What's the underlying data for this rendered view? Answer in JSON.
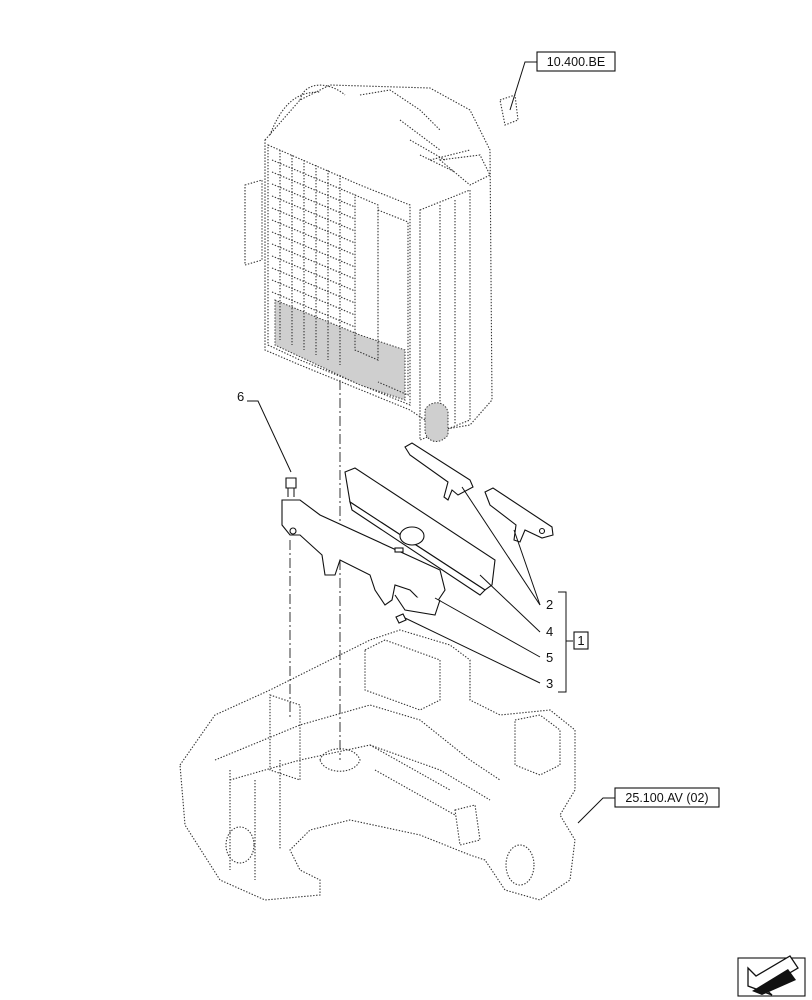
{
  "references": {
    "radiator_ref": "10.400.BE",
    "chassis_ref": "25.100.AV (02)"
  },
  "callouts": {
    "bolt": "6",
    "item_2": "2",
    "item_4": "4",
    "item_5": "5",
    "item_3": "3",
    "group": "1"
  },
  "icons": {
    "nav": "arrow-icon"
  }
}
